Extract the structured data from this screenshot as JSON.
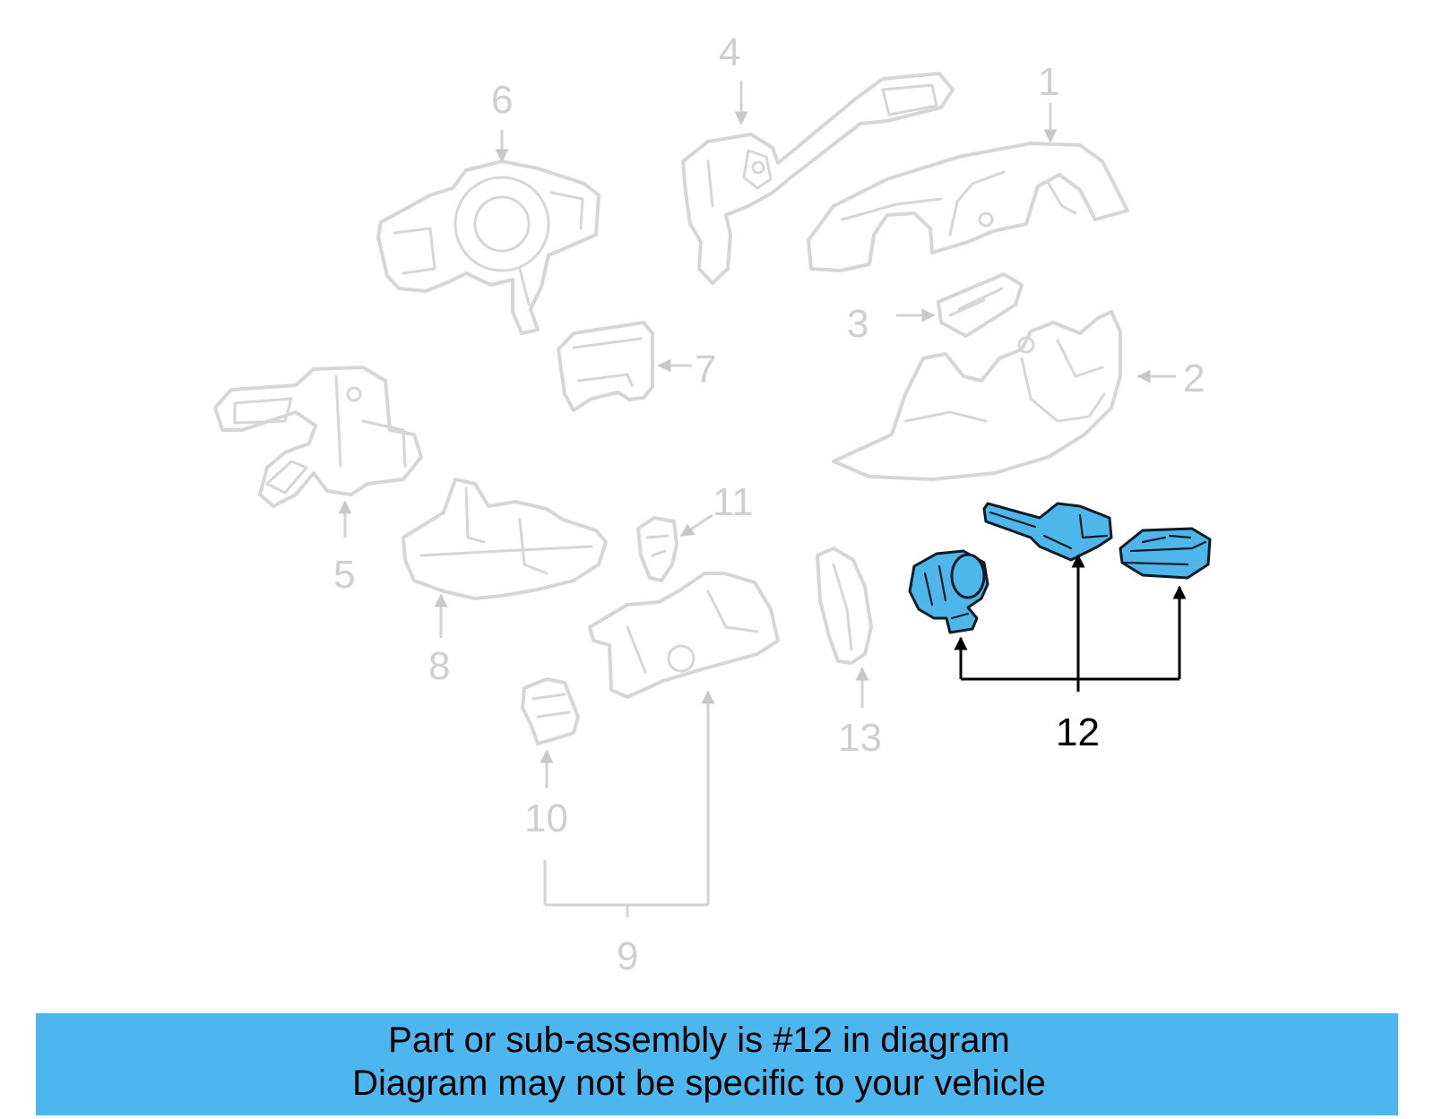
{
  "callouts": {
    "c1": "1",
    "c2": "2",
    "c3": "3",
    "c4": "4",
    "c5": "5",
    "c6": "6",
    "c7": "7",
    "c8": "8",
    "c9": "9",
    "c10": "10",
    "c11": "11",
    "c12": "12",
    "c13": "13"
  },
  "highlighted_part": "12",
  "colors": {
    "highlight": "#4fb6ea",
    "banner": "#4db6ee",
    "ghost": "#d6d6d6"
  },
  "banner": {
    "line1": "Part or sub-assembly is #12 in diagram",
    "line2": "Diagram may not be specific to your vehicle"
  }
}
